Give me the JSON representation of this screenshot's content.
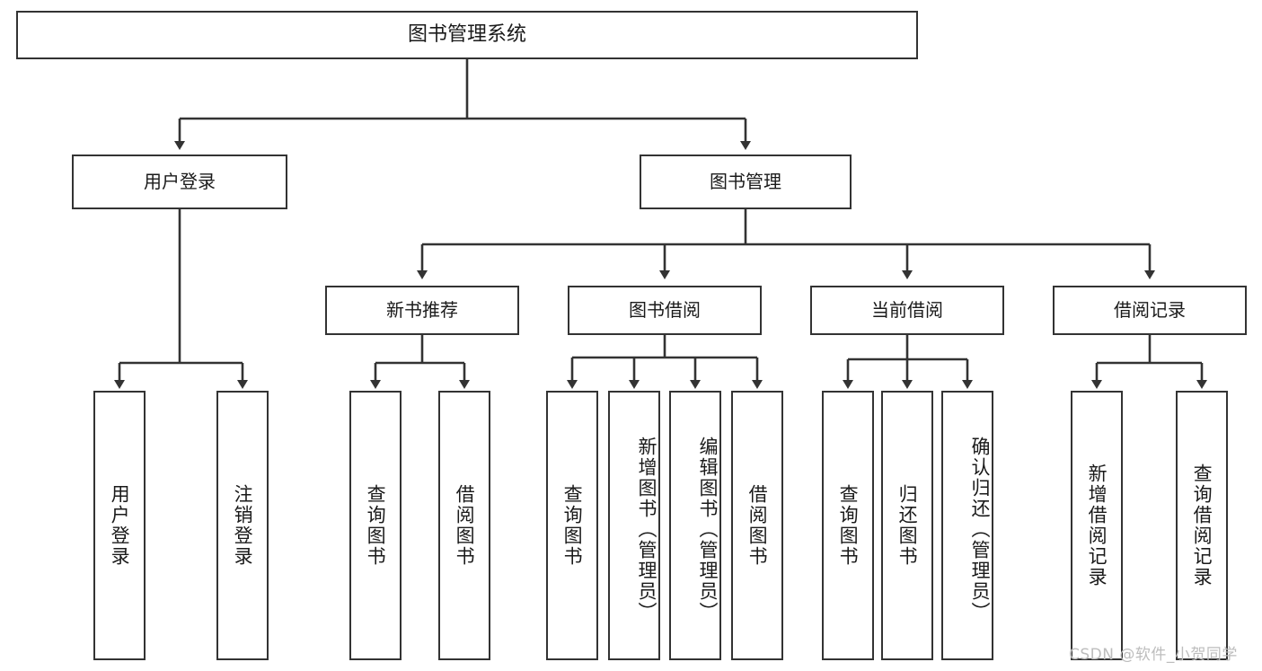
{
  "diagram": {
    "title": "图书管理系统",
    "type": "tree-hierarchy-chart",
    "root": {
      "label": "图书管理系统"
    },
    "level2": [
      {
        "label": "用户登录"
      },
      {
        "label": "图书管理"
      }
    ],
    "level3": [
      {
        "label": "新书推荐"
      },
      {
        "label": "图书借阅"
      },
      {
        "label": "当前借阅"
      },
      {
        "label": "借阅记录"
      }
    ],
    "leaves": {
      "user_login": [
        {
          "label": "用户登录"
        },
        {
          "label": "注销登录"
        }
      ],
      "new_book_recommend": [
        {
          "label": "查询图书"
        },
        {
          "label": "借阅图书"
        }
      ],
      "book_borrow": [
        {
          "label": "查询图书"
        },
        {
          "label": "新增图书（管理员）"
        },
        {
          "label": "编辑图书（管理员）"
        },
        {
          "label": "借阅图书"
        }
      ],
      "current_borrow": [
        {
          "label": "查询图书"
        },
        {
          "label": "归还图书"
        },
        {
          "label": "确认归还（管理员）"
        }
      ],
      "borrow_record": [
        {
          "label": "新增借阅记录"
        },
        {
          "label": "查询借阅记录"
        }
      ]
    }
  },
  "watermark": {
    "text": "CSDN @软件_小贺同学"
  },
  "colors": {
    "stroke": "#333333",
    "background": "#ffffff",
    "text": "#1a1a1a",
    "watermark": "#bdbdbd"
  }
}
